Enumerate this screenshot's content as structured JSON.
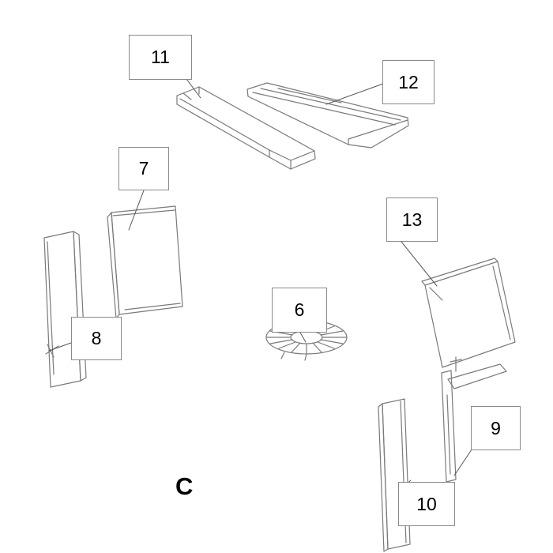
{
  "diagram": {
    "section_letter": "C",
    "labels": {
      "l6": "6",
      "l7": "7",
      "l8": "8",
      "l9": "9",
      "l10": "10",
      "l11": "11",
      "l12": "12",
      "l13": "13"
    },
    "colors": {
      "line": "#7a7a7a",
      "leader": "#555555",
      "box_border": "#8a8a8a",
      "background": "#ffffff",
      "text": "#000000"
    }
  }
}
